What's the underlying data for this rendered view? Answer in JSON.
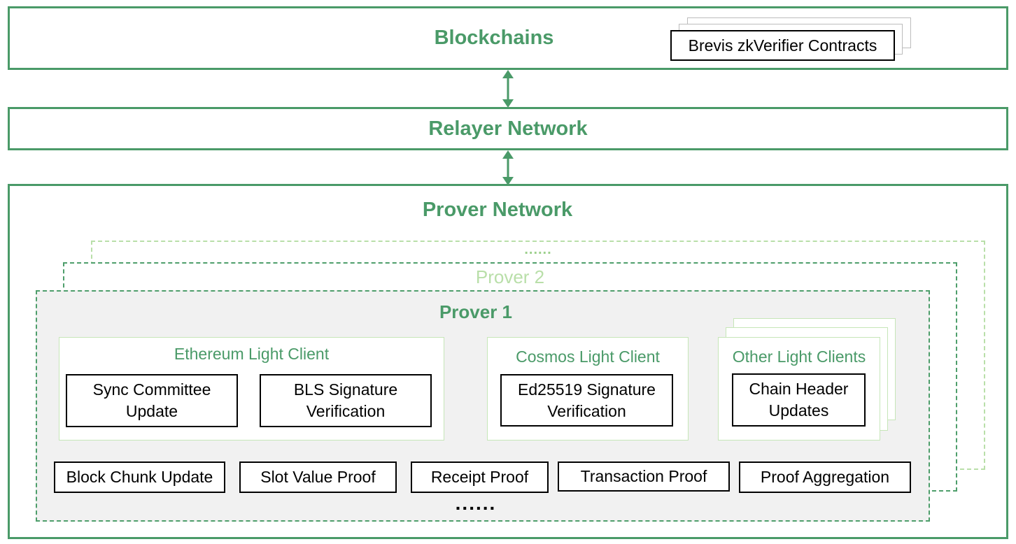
{
  "layers": {
    "blockchains": "Blockchains",
    "relayer": "Relayer Network",
    "prover_network": "Prover Network"
  },
  "contracts_label": "Brevis zkVerifier Contracts",
  "prover_stack": {
    "more": "......",
    "prover2": "Prover 2",
    "prover1": "Prover 1"
  },
  "light_clients": {
    "ethereum": {
      "title": "Ethereum Light Client",
      "modules": [
        "Sync Committee\nUpdate",
        "BLS Signature\nVerification"
      ]
    },
    "cosmos": {
      "title": "Cosmos Light Client",
      "modules": [
        "Ed25519 Signature\nVerification"
      ]
    },
    "other": {
      "title": "Other Light Clients",
      "modules": [
        "Chain Header\nUpdates"
      ]
    }
  },
  "proof_modules": [
    "Block Chunk Update",
    "Slot Value Proof",
    "Receipt Proof",
    "Transaction Proof",
    "Proof Aggregation"
  ],
  "bottom_more": "......",
  "colors": {
    "accent_green": "#4a9a68",
    "light_green": "#b9dfa9",
    "panel_gray": "#f1f1f1"
  }
}
